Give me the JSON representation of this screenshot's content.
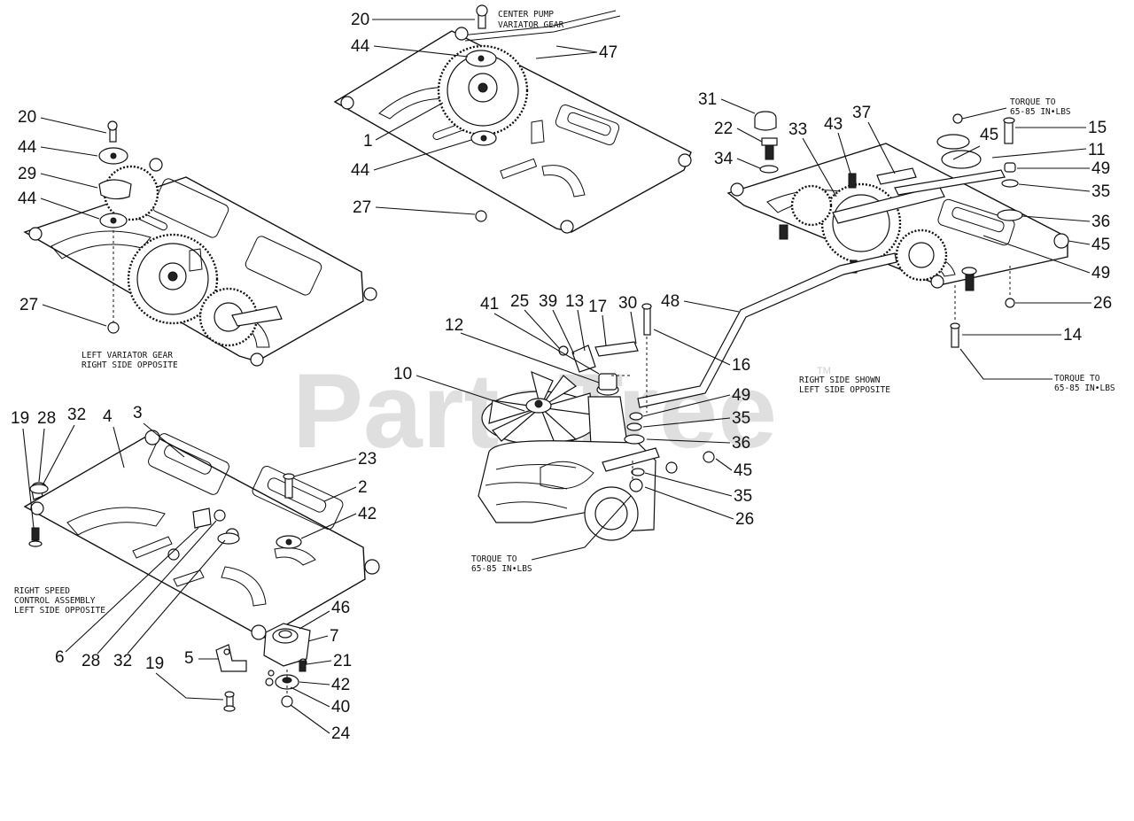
{
  "watermark": {
    "text": "PartsTree",
    "trademark": "TM"
  },
  "notes": {
    "center_pump": [
      "CENTER PUMP",
      "VARIATOR GEAR"
    ],
    "left_variator": [
      "LEFT VARIATOR GEAR",
      "RIGHT SIDE OPPOSITE"
    ],
    "right_side": [
      "RIGHT SIDE SHOWN",
      "LEFT SIDE OPPOSITE"
    ],
    "right_speed": [
      "RIGHT SPEED",
      "CONTROL ASSEMBLY",
      "LEFT SIDE OPPOSITE"
    ],
    "torque_top": [
      "TORQUE TO",
      "65-85 IN•LBS"
    ],
    "torque_bottom_right": [
      "TORQUE TO",
      "65-85 IN•LBS"
    ],
    "torque_bottom_center": [
      "TORQUE TO",
      "65-85 IN•LBS"
    ]
  },
  "callouts": {
    "c_top": {
      "20": "20",
      "44a": "44",
      "47": "47",
      "1": "1",
      "44b": "44",
      "27": "27"
    },
    "c_left": {
      "20": "20",
      "44a": "44",
      "29": "29",
      "44b": "44",
      "27": "27"
    },
    "c_right": {
      "31": "31",
      "22": "22",
      "34": "34",
      "33": "33",
      "43": "43",
      "37": "37",
      "45a": "45",
      "15": "15",
      "11": "11",
      "49a": "49",
      "35": "35",
      "36": "36",
      "45b": "45",
      "49b": "49",
      "26": "26",
      "14": "14"
    },
    "c_center": {
      "41": "41",
      "25": "25",
      "39": "39",
      "13": "13",
      "17": "17",
      "30": "30",
      "48": "48",
      "12": "12",
      "16": "16",
      "10": "10",
      "49": "49",
      "35a": "35",
      "36": "36",
      "45": "45",
      "35b": "35",
      "26": "26"
    },
    "c_bottom": {
      "19a": "19",
      "28a": "28",
      "32a": "32",
      "4": "4",
      "3": "3",
      "23": "23",
      "2": "2",
      "42a": "42",
      "6": "6",
      "28b": "28",
      "32b": "32",
      "46": "46",
      "7": "7",
      "5": "5",
      "21": "21",
      "19b": "19",
      "42b": "42",
      "40": "40",
      "24": "24"
    }
  }
}
